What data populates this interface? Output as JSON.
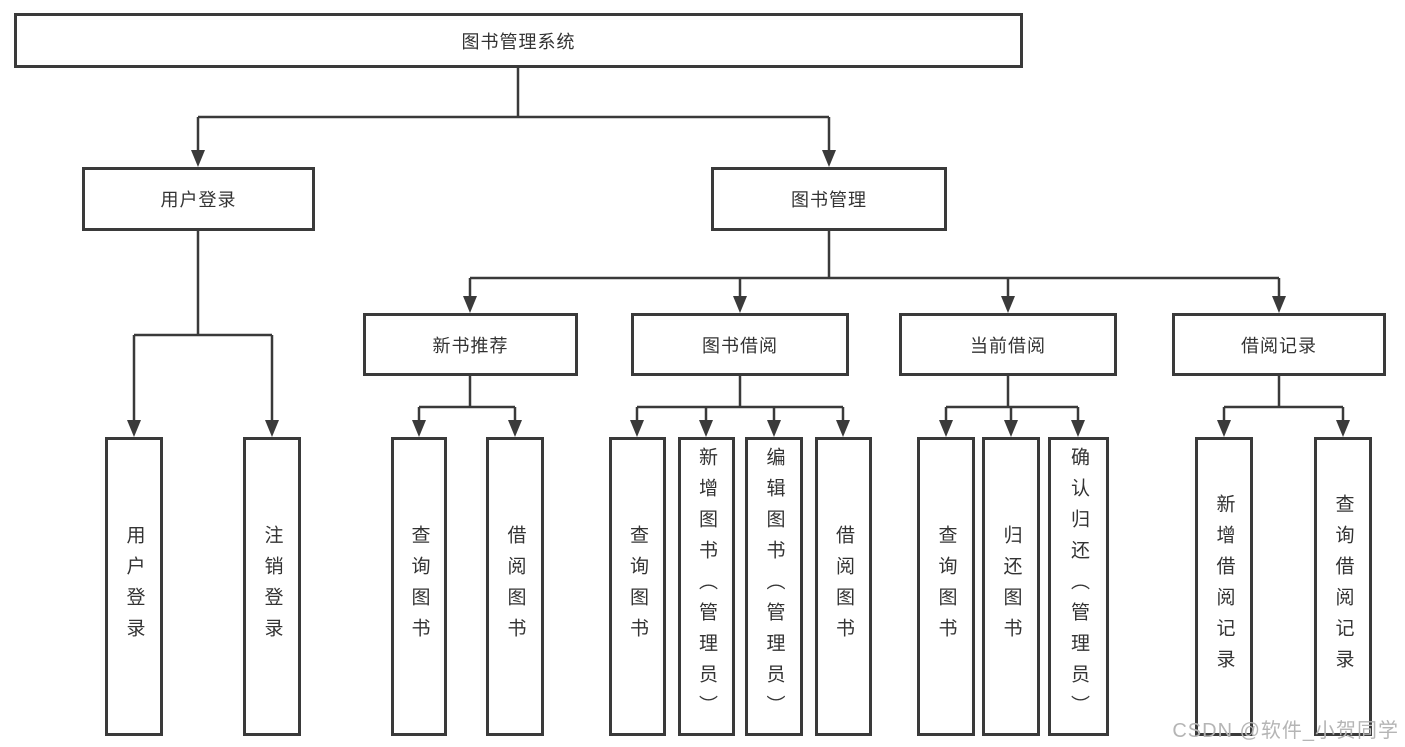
{
  "colors": {
    "line": "#3a3a3a",
    "border": "#3a3a3a",
    "text": "#333333",
    "watermark": "#b5b5b5",
    "background": "#ffffff"
  },
  "watermark": {
    "text": "CSDN @软件_小贺同学"
  },
  "tree": {
    "label": "图书管理系统",
    "children": [
      {
        "label": "用户登录",
        "children": [
          {
            "label": "用户登录"
          },
          {
            "label": "注销登录"
          }
        ]
      },
      {
        "label": "图书管理",
        "children": [
          {
            "label": "新书推荐",
            "children": [
              {
                "label": "查询图书"
              },
              {
                "label": "借阅图书"
              }
            ]
          },
          {
            "label": "图书借阅",
            "children": [
              {
                "label": "查询图书"
              },
              {
                "label": "新增图书（管理员）"
              },
              {
                "label": "编辑图书（管理员）"
              },
              {
                "label": "借阅图书"
              }
            ]
          },
          {
            "label": "当前借阅",
            "children": [
              {
                "label": "查询图书"
              },
              {
                "label": "归还图书"
              },
              {
                "label": "确认归还（管理员）"
              }
            ]
          },
          {
            "label": "借阅记录",
            "children": [
              {
                "label": "新增借阅记录"
              },
              {
                "label": "查询借阅记录"
              }
            ]
          }
        ]
      }
    ]
  }
}
